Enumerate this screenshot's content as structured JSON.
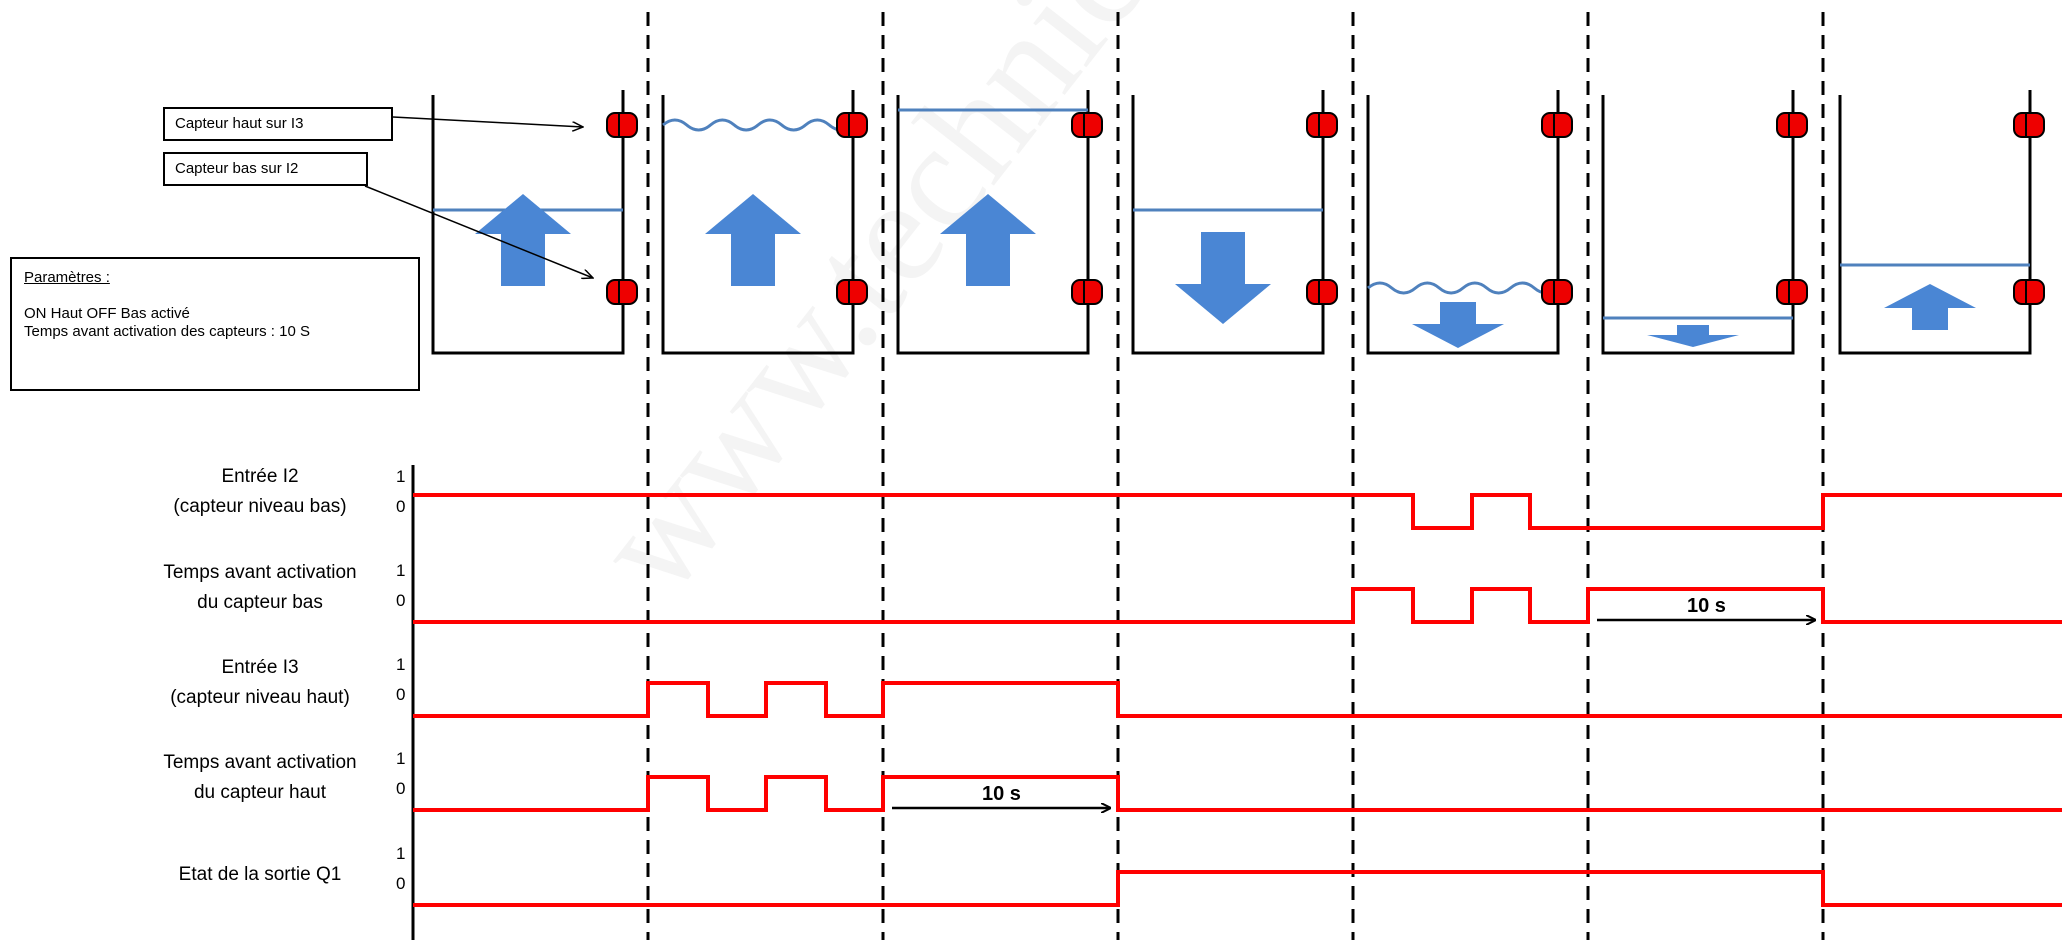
{
  "callouts": {
    "high_sensor": "Capteur haut sur I3",
    "low_sensor": "Capteur  bas sur I2"
  },
  "params": {
    "title": "Paramètres :",
    "line1": "ON Haut OFF Bas activé",
    "line2": "Temps  avant activation  des capteurs : 10 S"
  },
  "signals": [
    {
      "label1": "Entrée I2",
      "label2": "(capteur niveau bas)"
    },
    {
      "label1": "Temps avant activation",
      "label2": "du capteur bas"
    },
    {
      "label1": "Entrée I3",
      "label2": "(capteur niveau haut)"
    },
    {
      "label1": "Temps avant activation",
      "label2": "du capteur haut"
    },
    {
      "label1": "Etat de la sortie Q1",
      "label2": ""
    }
  ],
  "levels": {
    "high": "1",
    "low": "0"
  },
  "durations": {
    "high_sensor_delay": "10 s",
    "low_sensor_delay": "10 s"
  },
  "watermark": "www.technic-achat.c",
  "colors": {
    "signal": "#ff0000",
    "water": "#4f81bd",
    "arrow": "#4a86d4",
    "sensor": "#ee0000"
  }
}
